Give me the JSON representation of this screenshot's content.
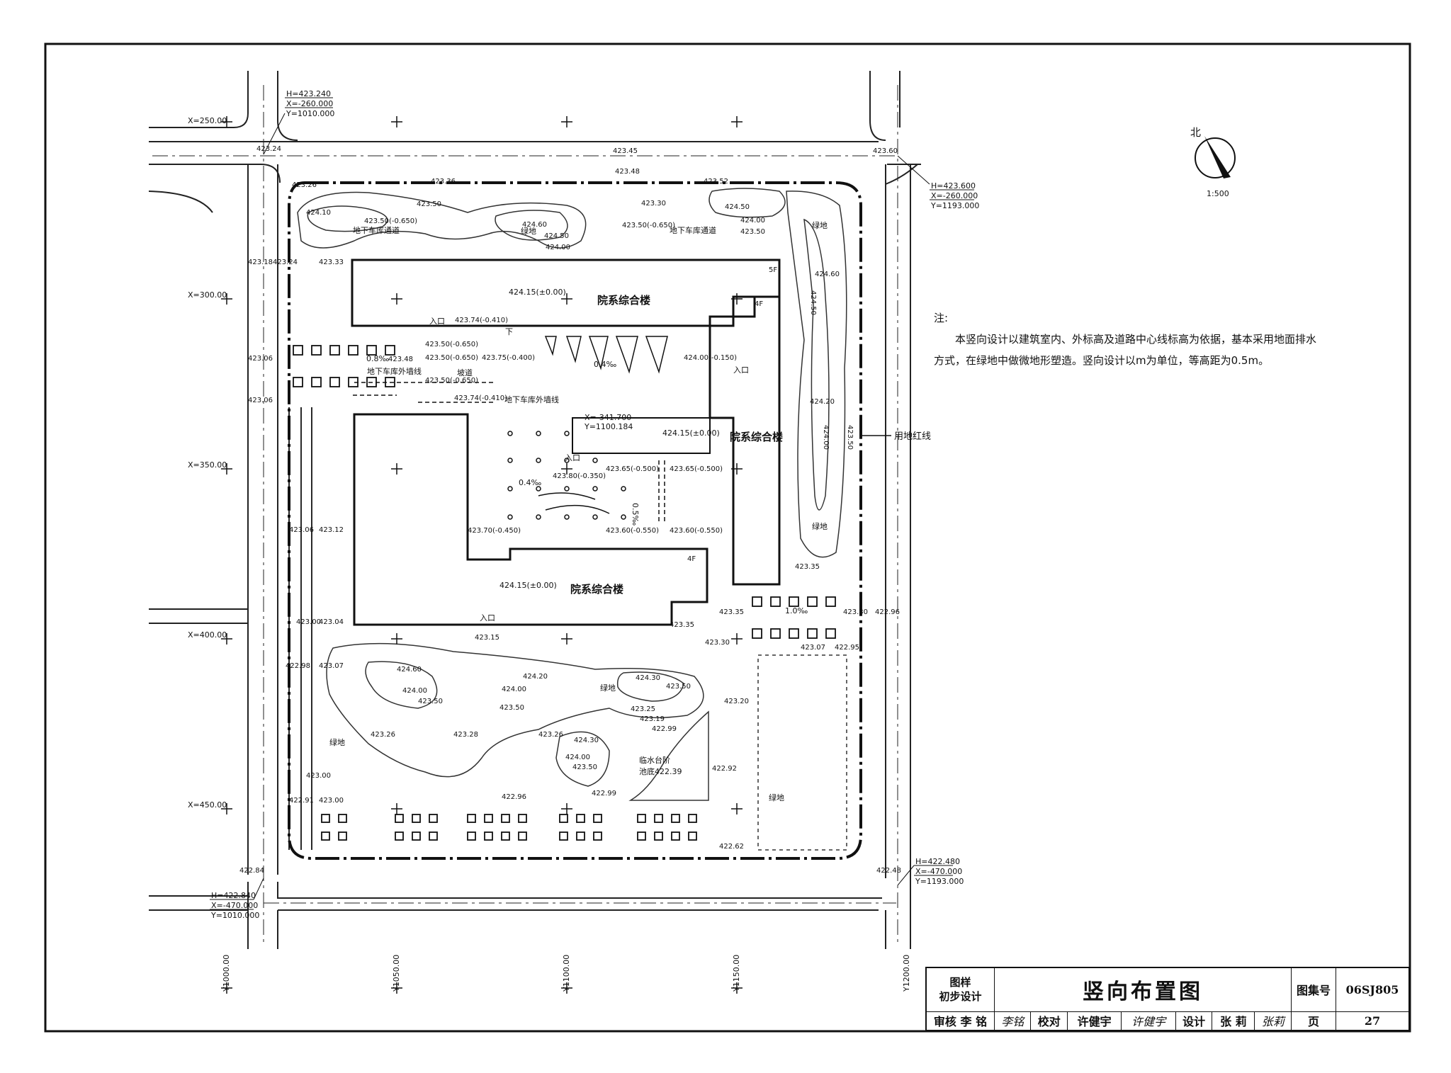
{
  "drawing": {
    "north_label": "北",
    "scale": "1:500",
    "land_red_line": "用地红线"
  },
  "notes": {
    "heading": "注:",
    "line1": "本竖向设计以建筑室内、外标高及道路中心线标高为依据，基本采用地面排水",
    "line2": "方式，在绿地中做微地形塑造。竖向设计以m为单位，等高距为0.5m。"
  },
  "grid": {
    "x_labels": [
      "X=250.00",
      "X=300.00",
      "X=350.00",
      "X=400.00",
      "X=450.00"
    ],
    "y_labels": [
      "Y1000.00",
      "Y1050.00",
      "Y1100.00",
      "Y1150.00",
      "Y1200.00"
    ]
  },
  "corners": {
    "top_left": [
      "H=423.240",
      "X=-260.000",
      "Y=1010.000"
    ],
    "top_right": [
      "H=423.600",
      "X=-260.000",
      "Y=1193.000"
    ],
    "bottom_left": [
      "H=422.840",
      "X=-470.000",
      "Y=1010.000"
    ],
    "bottom_right": [
      "H=422.480",
      "X=-470.000",
      "Y=1193.000"
    ]
  },
  "buildings": {
    "b1": {
      "name": "院系综合楼",
      "elev": "424.15(±0.00)",
      "floors": "5F"
    },
    "b2": {
      "name": "院系综合楼",
      "elev": "424.15(±0.00)",
      "floors": "4F"
    },
    "b3": {
      "name": "院系综合楼",
      "elev": "424.15(±0.00)",
      "floors": "4F"
    }
  },
  "labels": {
    "entrance": "入口",
    "greenland": "绿地",
    "underground_ramp": "地下车库通道",
    "garage_outline": "地下车库外墙线",
    "ramp": "坡道",
    "stage": "临水台阶",
    "pool_bottom": "池底422.39",
    "coord_x": "X=-341.700",
    "coord_y": "Y=1100.184",
    "down": "下",
    "slope_08": "0.8‰",
    "slope_04a": "0.4‰",
    "slope_04b": "0.4‰",
    "slope_05": "0.5‰",
    "slope_10": "1.0‰"
  },
  "elevations": {
    "e01": "423.24",
    "e02": "423.45",
    "e03": "423.48",
    "e04": "423.60",
    "e05": "423.36",
    "e06": "423.52",
    "e07": "423.26",
    "e08": "423.50",
    "e09": "424.10",
    "e10": "423.50(-0.650)",
    "e11": "424.60",
    "e12": "424.50",
    "e13": "424.00",
    "e14": "423.30",
    "e15": "423.50(-0.650)",
    "e16": "424.50",
    "e17": "424.00",
    "e18": "423.50",
    "e19": "423.18",
    "e20": "423.24",
    "e21": "423.33",
    "e22": "424.60",
    "e23": "424.50",
    "e24": "423.74(-0.410)",
    "e25": "423.50(-0.650)",
    "e26": "423.48",
    "e27": "423.50(-0.650)",
    "e28": "423.75(-0.400)",
    "e29": "424.00(-0.150)",
    "e30": "423.50(-0.650)",
    "e31": "423.06",
    "e32": "423.74(-0.410)",
    "e33": "423.06",
    "e34": "424.20",
    "e35": "424.00",
    "e36": "423.50",
    "e37": "423.65(-0.500)",
    "e38": "423.65(-0.500)",
    "e39": "423.80(-0.350)",
    "e40": "423.70(-0.450)",
    "e41": "423.60(-0.550)",
    "e42": "423.60(-0.550)",
    "e43": "423.06",
    "e44": "423.12",
    "e45": "423.35",
    "e46": "423.00",
    "e47": "423.04",
    "e48": "423.35",
    "e49": "423.30",
    "e50": "422.96",
    "e51": "423.15",
    "e52": "423.35",
    "e53": "423.30",
    "e54": "423.07",
    "e55": "422.95",
    "e56": "422.98",
    "e57": "423.07",
    "e58": "424.60",
    "e59": "424.00",
    "e60": "423.50",
    "e61": "424.20",
    "e62": "424.00",
    "e63": "423.50",
    "e64": "424.30",
    "e65": "423.50",
    "e66": "423.20",
    "e67": "423.25",
    "e68": "423.19",
    "e69": "422.99",
    "e70": "423.26",
    "e71": "423.28",
    "e72": "423.26",
    "e73": "424.30",
    "e74": "424.00",
    "e75": "423.50",
    "e76": "422.92",
    "e77": "423.00",
    "e78": "423.00",
    "e79": "422.96",
    "e80": "422.99",
    "e81": "422.91",
    "e82": "422.62",
    "e83": "422.84",
    "e84": "422.48"
  },
  "title_block": {
    "stage_line1": "图样",
    "stage_line2": "初步设计",
    "title": "竖向布置图",
    "atlas_label": "图集号",
    "atlas_no": "06SJ805",
    "review_label": "审核",
    "review_name": "李 铭",
    "review_sig": "李铭",
    "check_label": "校对",
    "check_name": "许健宇",
    "check_sig": "许健宇",
    "design_label": "设计",
    "design_name": "张 莉",
    "design_sig": "张莉",
    "page_label": "页",
    "page_no": "27"
  }
}
